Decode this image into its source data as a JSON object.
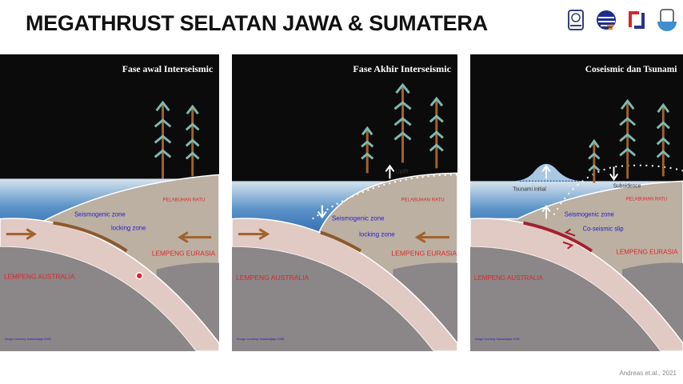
{
  "slide": {
    "title": "MEGATHRUST SELATAN JAWA & SUMATERA",
    "citation": "Andreas et.al., 2021",
    "logos": [
      "itb-ganesha-logo",
      "circle-stripes-logo",
      "red-blue-square-logo",
      "ganesha-blue-logo"
    ]
  },
  "panels": [
    {
      "title": "Fase awal Interseismic",
      "town": "PELABUHAN RATU",
      "zone1": "Seismogenic zone",
      "zone2": "locking zone",
      "eurasia": "LEMPENG EURASIA",
      "australia": "LEMPENG AUSTRALIA",
      "credit": "Image courtesy Natawidjaja 2006"
    },
    {
      "title": "Fase Akhir Interseismic",
      "town": "PELABUHAN RATU",
      "uplift": "Uplift",
      "zone1": "Seismogenic zone",
      "zone2": "locking zone",
      "eurasia": "LEMPENG EURASIA",
      "australia": "LEMPENG AUSTRALIA",
      "credit": "Image courtesy Natawidjaja 2006"
    },
    {
      "title": "Coseismic dan Tsunami",
      "tsunami": "Tsunami initial",
      "subsidence": "Subsidence",
      "town": "PELABUHAN RATU",
      "zone1": "Seismogenic zone",
      "zone2": "Co-seismic slip",
      "eurasia": "LEMPENG EURASIA",
      "australia": "LEMPENG AUSTRALIA",
      "credit": "Image courtesy Natawidjaja 2006"
    }
  ],
  "colors": {
    "sky": "#0b0b0c",
    "water": "#3d7cbc",
    "eurasia": "#bcb0a2",
    "plate": "#e2cac4",
    "mantle": "#8b8688",
    "locked": "#8b5a2b",
    "slip": "#a3202e",
    "label_red": "#e0262a",
    "label_blue": "#2a22c8"
  }
}
